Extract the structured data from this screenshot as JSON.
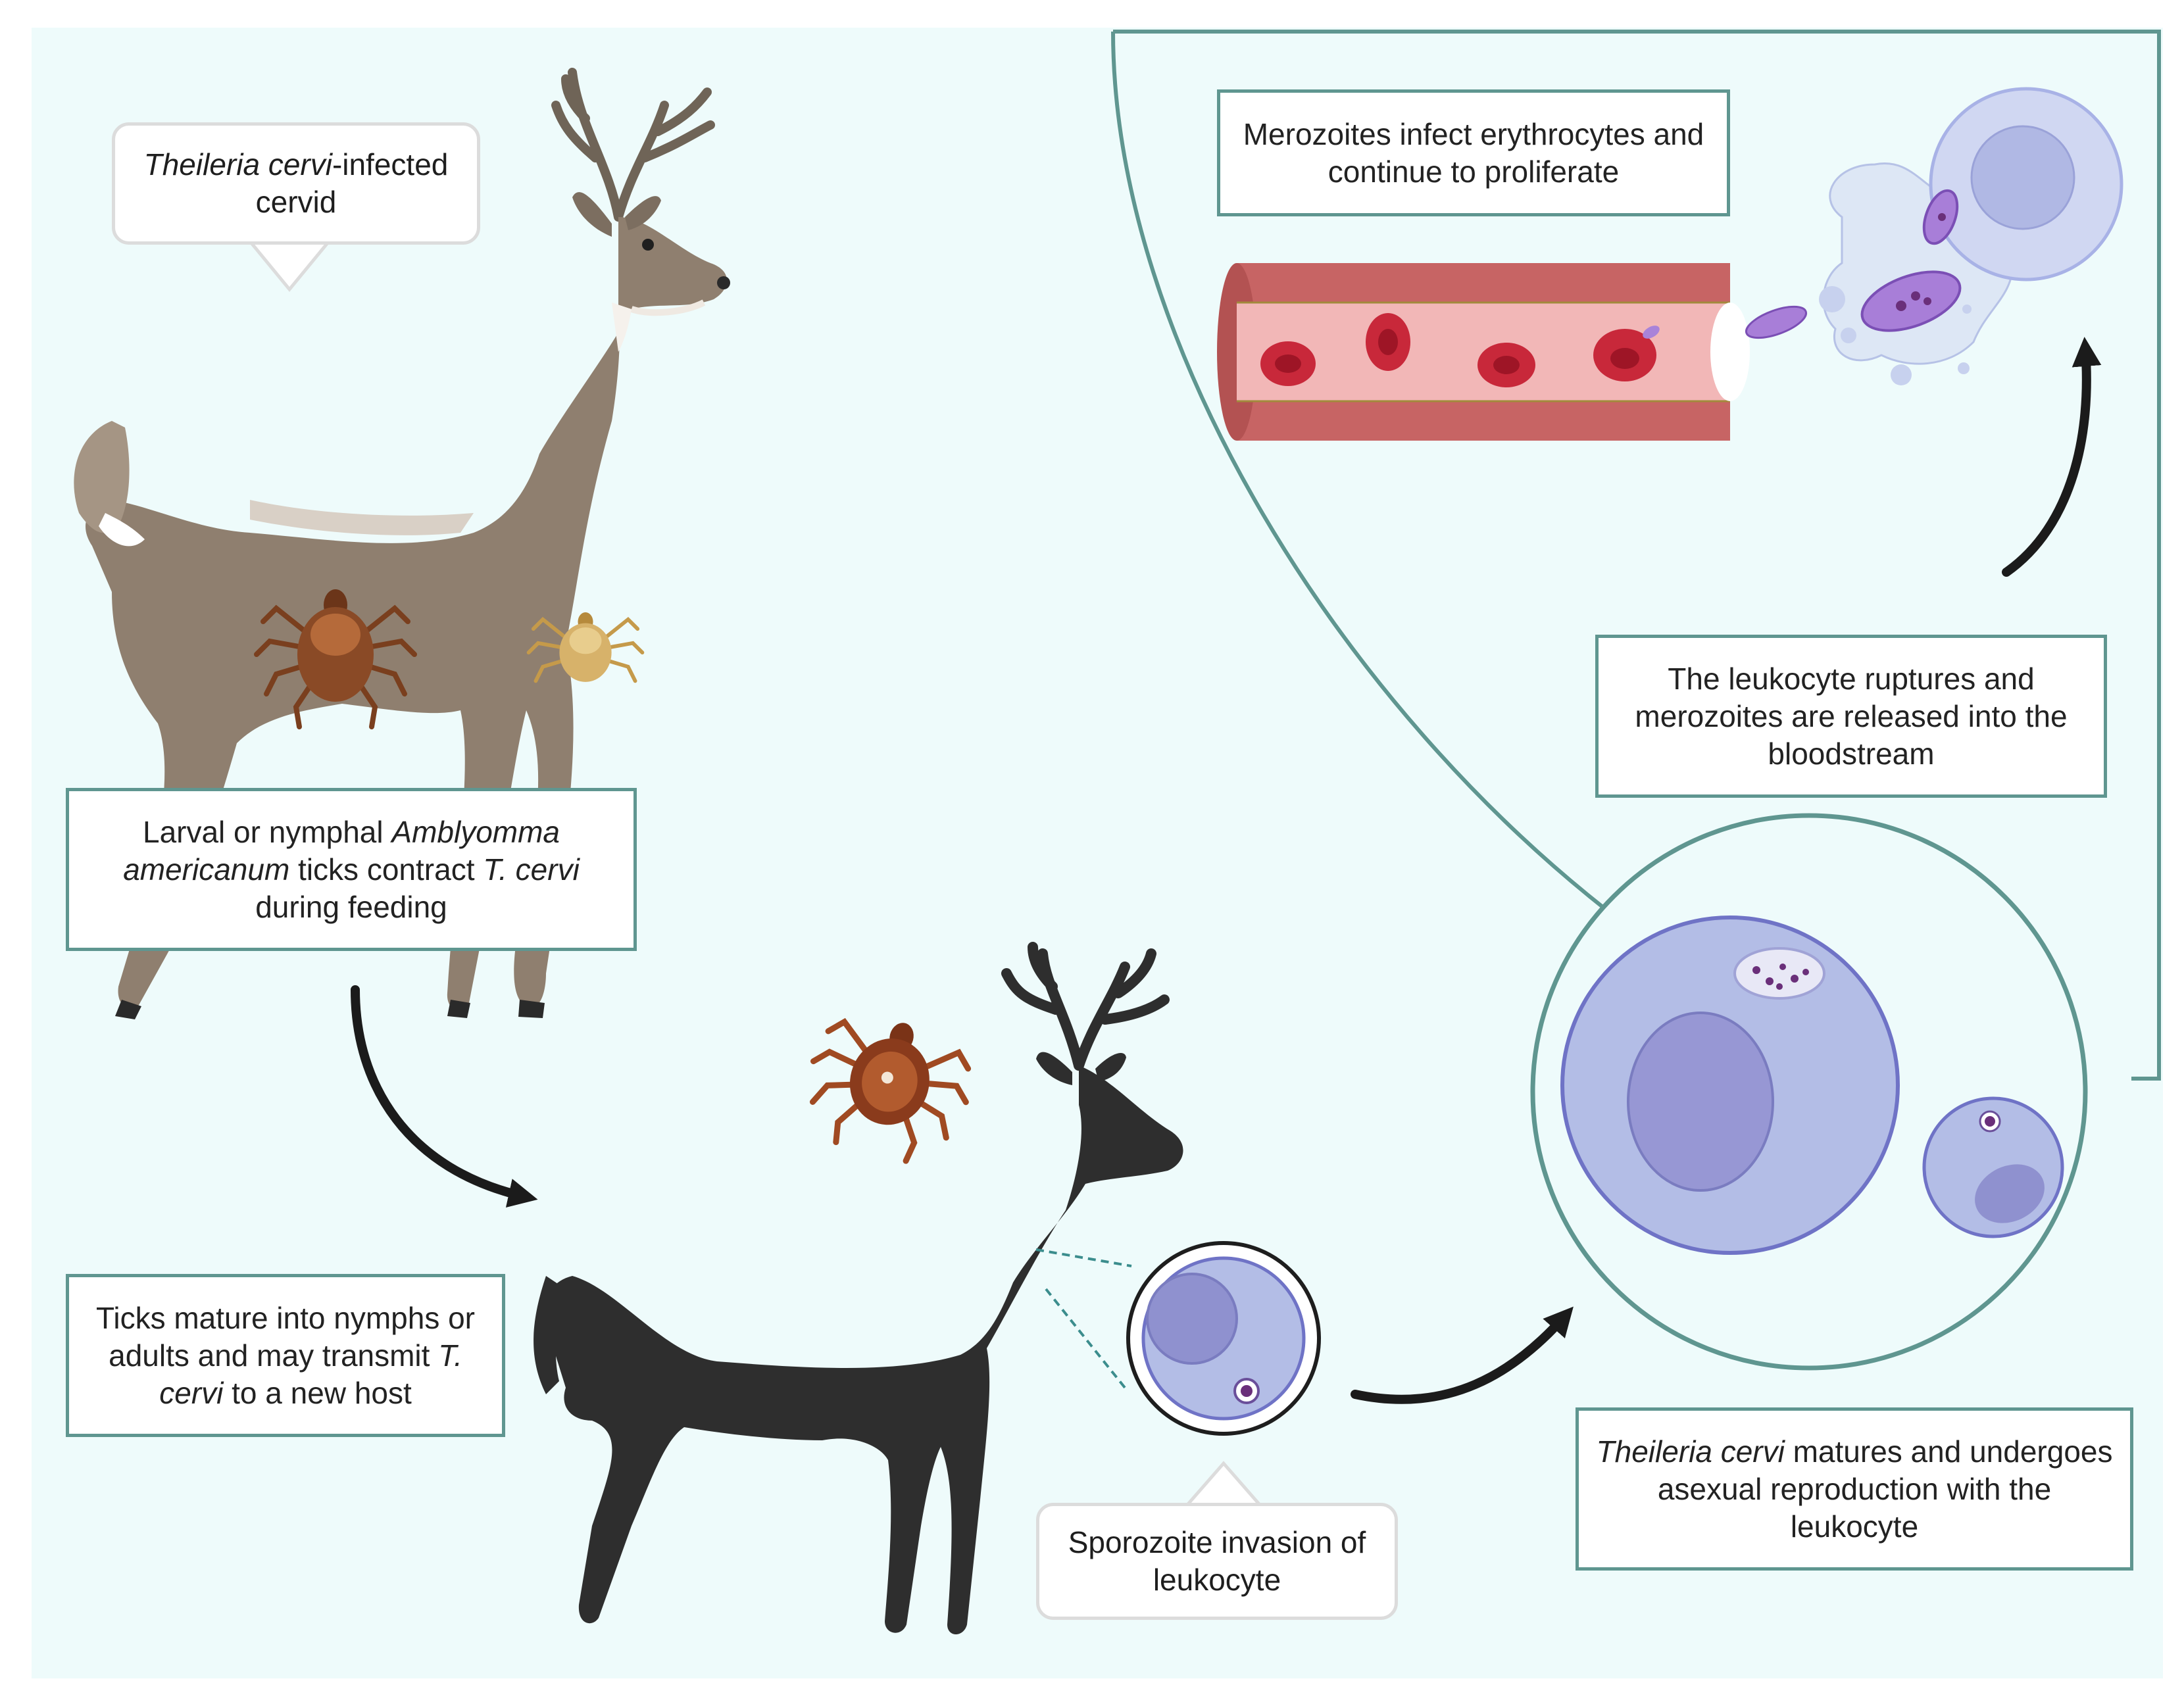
{
  "labels": {
    "infected_cervid": {
      "italic": "Theileria cervi",
      "rest": "-infected cervid"
    },
    "larval_ticks": {
      "t1": "Larval or nymphal ",
      "i1": "Amblyomma americanum",
      "t2": " ticks contract ",
      "i2": "T. cervi",
      "t3": " during feeding"
    },
    "ticks_mature": {
      "t1": "Ticks mature into nymphs or adults and may transmit ",
      "i1": "T. cervi",
      "t2": " to a new host"
    },
    "sporozoite": "Sporozoite invasion of leukocyte",
    "matures": {
      "i1": "Theileria cervi",
      "t1": " matures and undergoes asexual reproduction with the leukocyte"
    },
    "ruptures": "The leukocyte ruptures and merozoites are released into the bloodstream",
    "merozoites_infect": "Merozoites infect erythrocytes and continue to proliferate"
  },
  "colors": {
    "background": "#eefbfb",
    "frame": "#5f9690",
    "deer_brown": "#8f7f6f",
    "deer_silhouette": "#2e2e2e",
    "vessel": "#c76464",
    "vessel_inner": "#f2b7b7",
    "erythrocyte": "#c8283a",
    "leukocyte": "#b3bde6",
    "nucleus": "#8f91cf",
    "tick_brown": "#8a4a26",
    "tick_gold": "#d7b26a",
    "arrow": "#1b1b1b"
  },
  "icons": [
    "deer-brown-icon",
    "deer-silhouette-icon",
    "tick-icon",
    "blood-vessel-icon",
    "erythrocyte-icon",
    "leukocyte-icon",
    "merozoite-icon",
    "curved-arrow-icon"
  ]
}
